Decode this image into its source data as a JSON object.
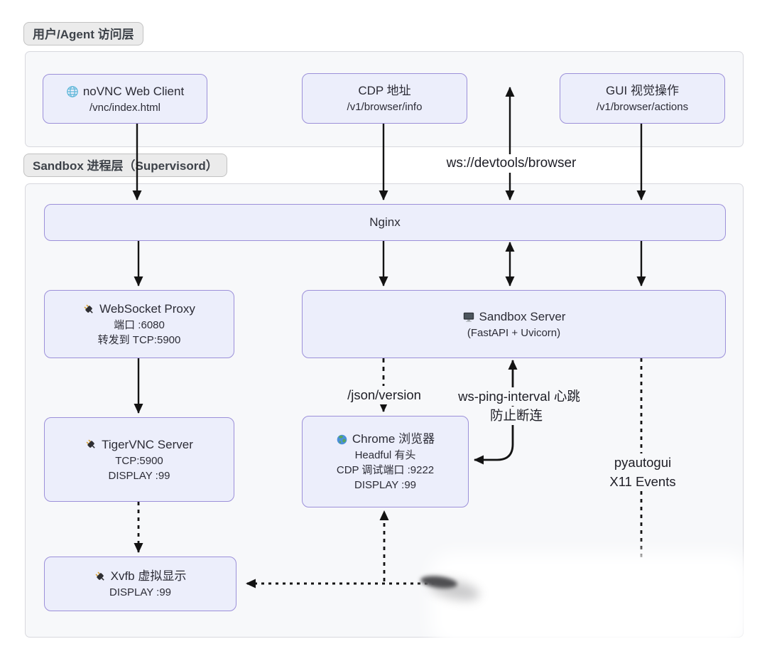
{
  "diagram": {
    "layer_labels": {
      "user": "用户/Agent 访问层",
      "sandbox": "Sandbox 进程层（Supervisord）"
    },
    "nodes": {
      "novnc": {
        "icon": "globe-icon",
        "title": "noVNC Web Client",
        "path": "/vnc/index.html"
      },
      "cdp": {
        "title": "CDP 地址",
        "path": "/v1/browser/info"
      },
      "gui": {
        "title": "GUI 视觉操作",
        "path": "/v1/browser/actions"
      },
      "nginx": {
        "title": "Nginx"
      },
      "ws_proxy": {
        "icon": "plug-icon",
        "title": "WebSocket Proxy",
        "lines": [
          "端口 :6080",
          "转发到 TCP:5900"
        ]
      },
      "sandbox_server": {
        "icon": "monitor-icon",
        "title": "Sandbox Server",
        "subtitle": "(FastAPI + Uvicorn)"
      },
      "tigervnc": {
        "icon": "plug-icon",
        "title": "TigerVNC Server",
        "lines": [
          "TCP:5900",
          "DISPLAY :99"
        ]
      },
      "chrome": {
        "icon": "chrome-globe-icon",
        "title": "Chrome 浏览器",
        "lines": [
          "Headful 有头",
          "CDP 调试端口 :9222",
          "DISPLAY :99"
        ]
      },
      "xvfb": {
        "icon": "plug-icon",
        "title": "Xvfb 虚拟显示",
        "lines": [
          "DISPLAY :99"
        ]
      }
    },
    "edge_labels": {
      "ws_devtools": "ws://devtools/browser",
      "json_version": "/json/version",
      "ws_ping": [
        "ws-ping-interval 心跳",
        "防止断连"
      ],
      "pyautogui": [
        "pyautogui",
        "X11 Events"
      ]
    },
    "colors": {
      "node_fill": "#eceefb",
      "node_border": "#9c90d9",
      "container_fill": "#f7f8fa",
      "container_border": "#d8d8de",
      "chip_fill": "#ebebeb",
      "arrow": "#131313"
    }
  }
}
